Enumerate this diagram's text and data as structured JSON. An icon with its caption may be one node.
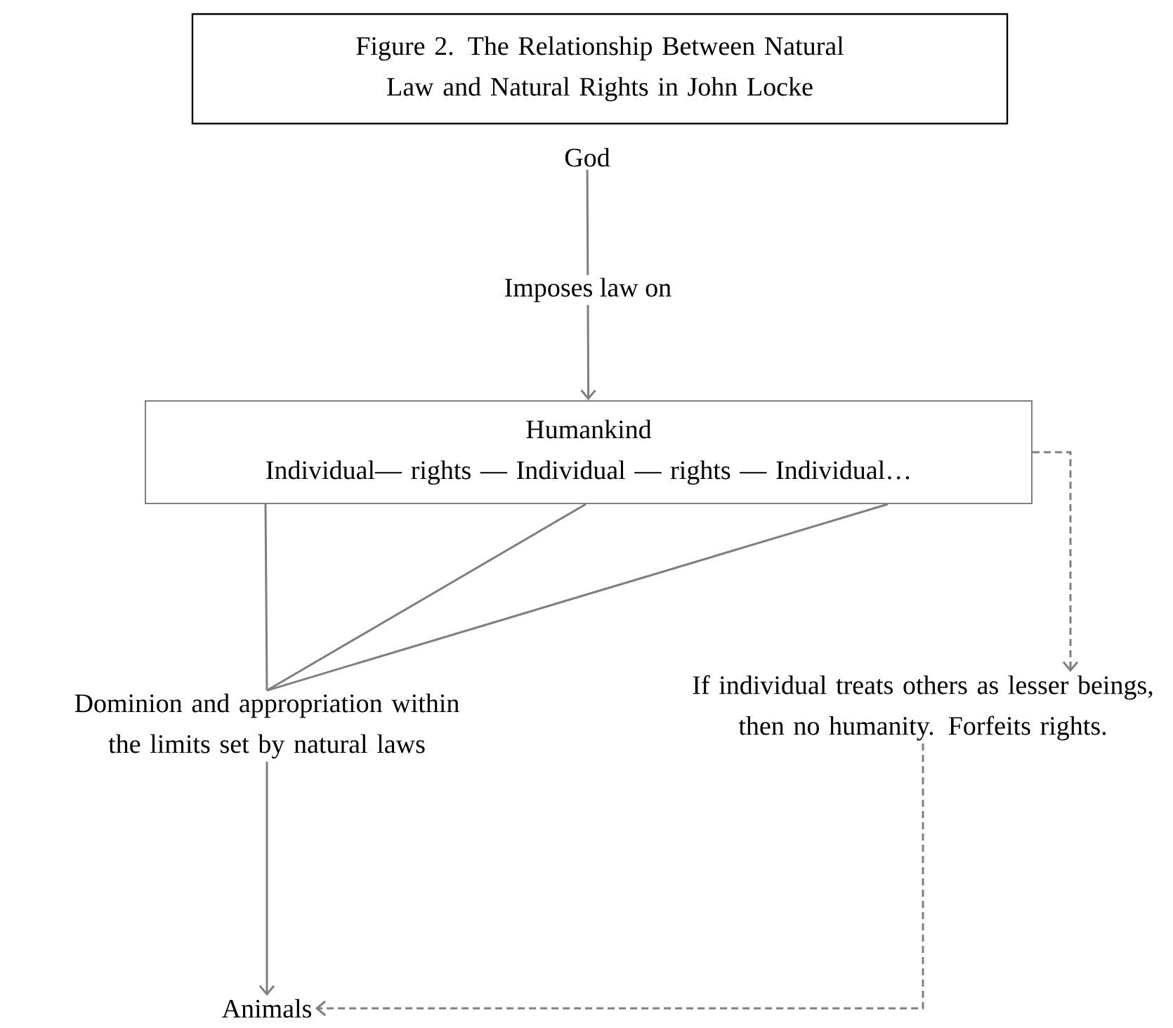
{
  "diagram": {
    "title": "Figure 2. The Relationship Between Natural Law and Natural Rights in John Locke",
    "nodes": [
      {
        "text": [
          "God"
        ]
      },
      {
        "text": [
          "Humankind",
          "Individual— rights — Individual — rights — Individual…"
        ]
      },
      {
        "text": [
          "Dominion and appropriation within the limits set by natural laws"
        ]
      },
      {
        "text": [
          "If individual treats others as lesser beings, then no humanity. Forfeits rights."
        ]
      },
      {
        "text": [
          "Animals"
        ]
      }
    ],
    "edges": [
      {
        "from": 0,
        "to": 1,
        "arrow": "to",
        "label": "Imposes law on"
      },
      {
        "from": 1,
        "to": 2,
        "arrow": "none"
      },
      {
        "from": 1,
        "to": 2,
        "arrow": "none"
      },
      {
        "from": 1,
        "to": 2,
        "arrow": "none"
      },
      {
        "from": 2,
        "to": 4,
        "arrow": "to"
      },
      {
        "from": 1,
        "to": 3,
        "arrow": "to",
        "style": "dashed"
      },
      {
        "from": 3,
        "to": 4,
        "arrow": "to",
        "style": "dashed"
      }
    ]
  }
}
